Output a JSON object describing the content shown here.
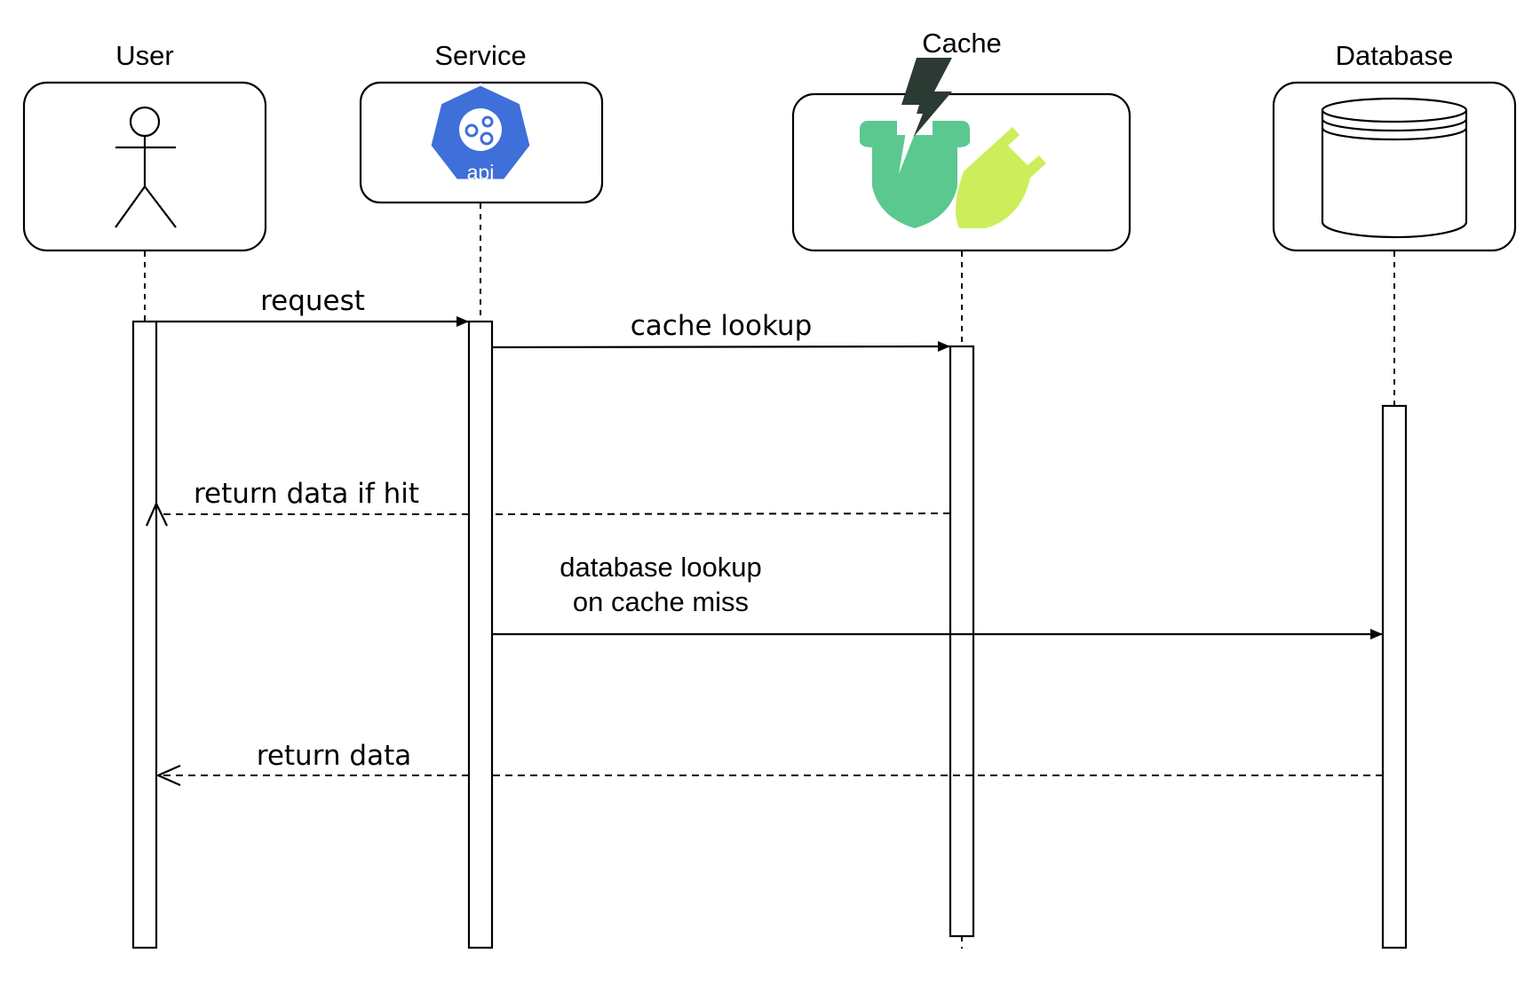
{
  "participants": {
    "user": {
      "label": "User",
      "icon": "stick-figure-icon"
    },
    "service": {
      "label": "Service",
      "icon": "kubernetes-api-icon",
      "icon_text": "api",
      "icon_color": "#3f6fd8"
    },
    "cache": {
      "label": "Cache",
      "icon": "cache-plug-icon",
      "colors": [
        "#2b3a33",
        "#5bc88f",
        "#cdee5a"
      ]
    },
    "database": {
      "label": "Database",
      "icon": "database-cylinder-icon"
    }
  },
  "messages": {
    "request": {
      "label": "request",
      "style": "solid"
    },
    "cache_lookup": {
      "label": "cache lookup",
      "style": "solid"
    },
    "return_hit": {
      "label": "return data if hit",
      "style": "dashed"
    },
    "db_lookup": {
      "line1": "database lookup",
      "line2": "on cache miss",
      "style": "solid"
    },
    "return_data": {
      "label": "return data",
      "style": "dashed"
    }
  }
}
